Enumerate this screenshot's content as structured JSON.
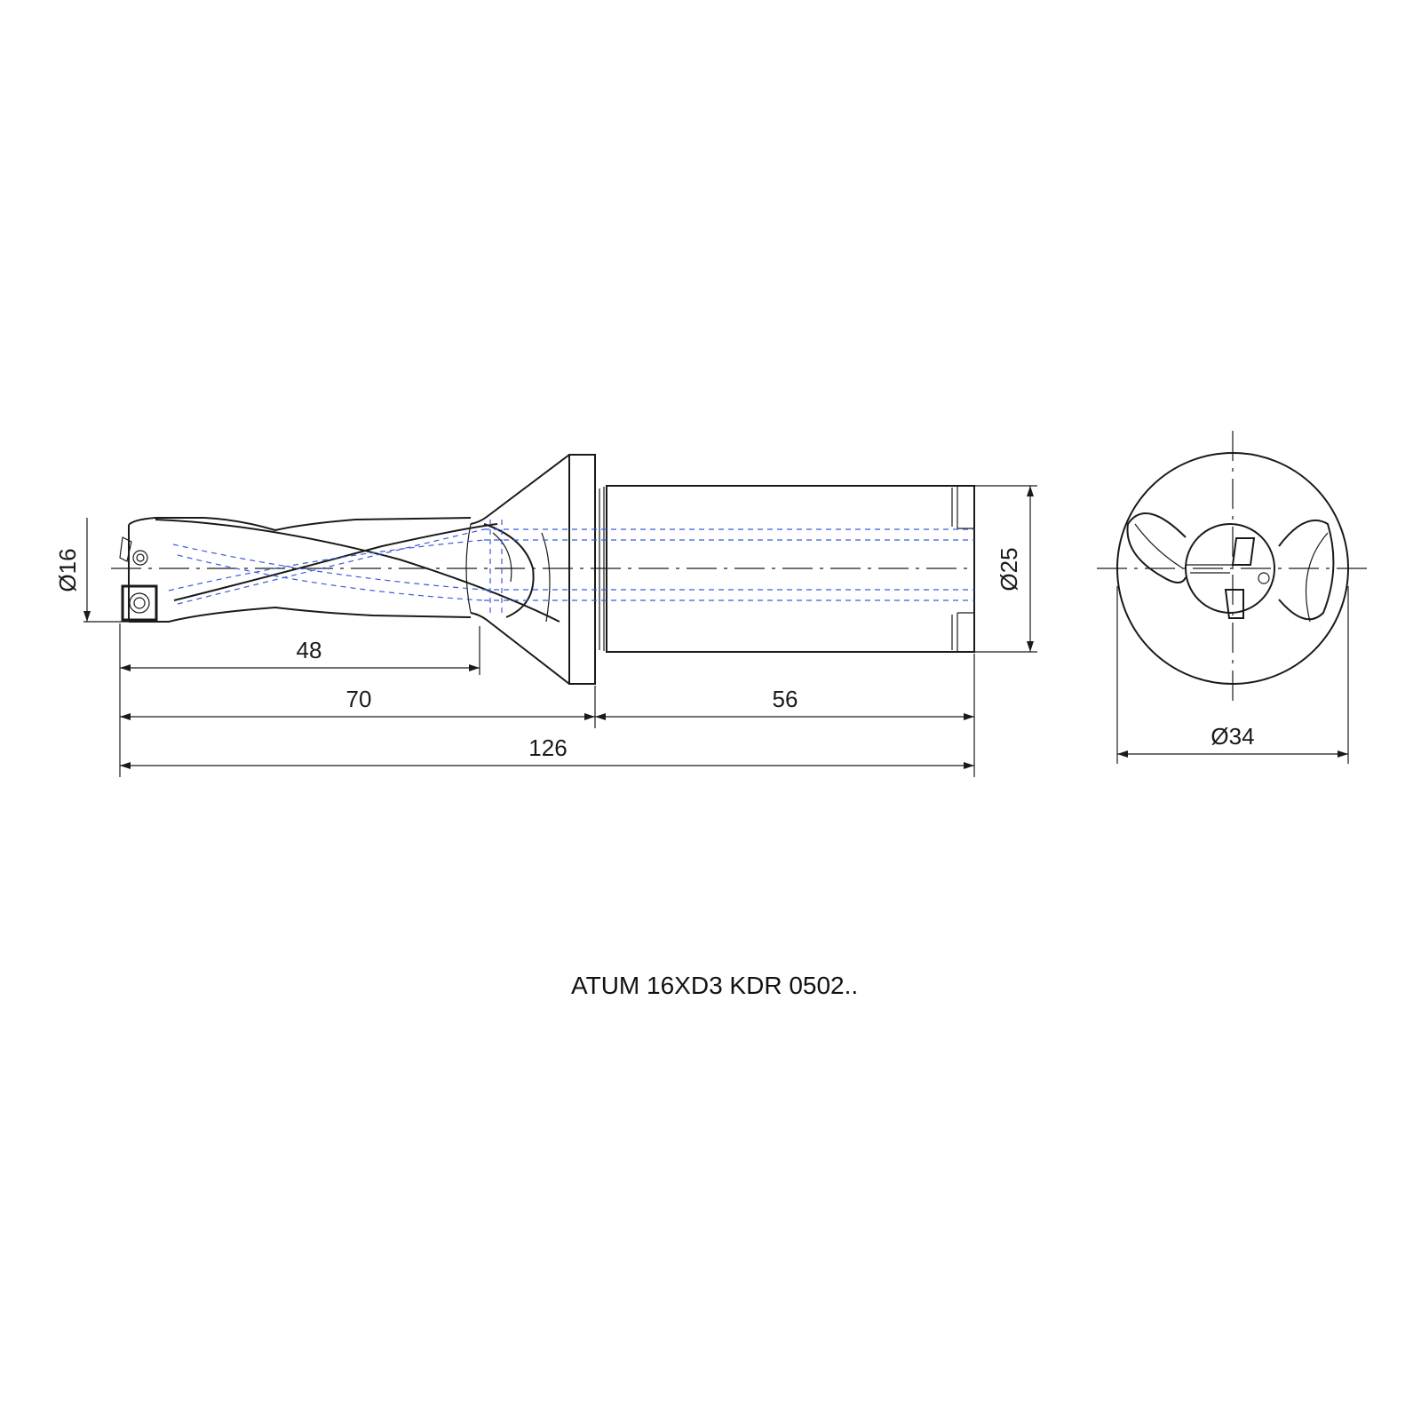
{
  "colors": {
    "ink": "#1a1a1a",
    "hidden_lines": "#3b5bdb"
  },
  "dimensions": {
    "d16": "Ø16",
    "d25": "Ø25",
    "d34": "Ø34",
    "l48": "48",
    "l70": "70",
    "l56": "56",
    "l126": "126"
  },
  "caption": "ATUM 16XD3 KDR 0502.."
}
